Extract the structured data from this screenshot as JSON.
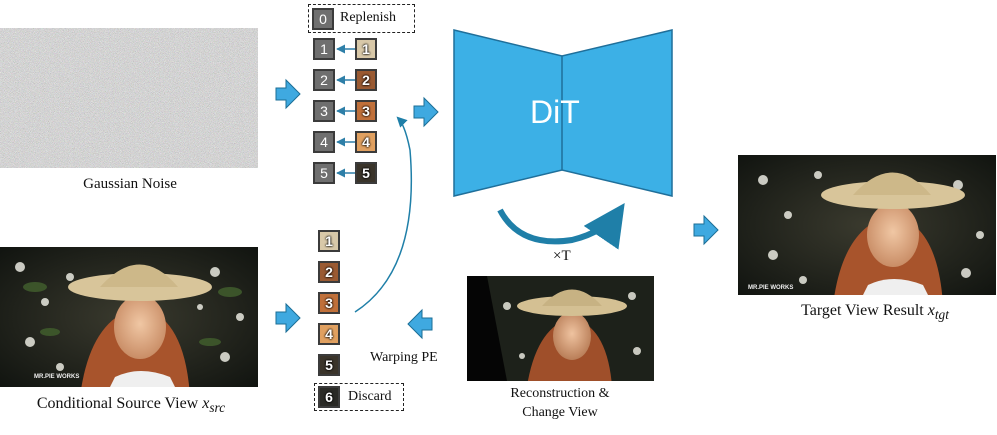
{
  "noise_caption": "Gaussian Noise",
  "source_caption": "Conditional Source View",
  "source_caption_var": "x",
  "source_caption_sub": "src",
  "dit_label": "DiT",
  "times_label": "×T",
  "target_caption": "Target View Result",
  "target_caption_var": "x",
  "target_caption_sub": "tgt",
  "warping_label": "Warping PE",
  "recon_caption_line1": "Reconstruction &",
  "recon_caption_line2": "Change View",
  "watermark": "MR.PIE WORKS",
  "replenish": {
    "index": "0",
    "label": "Replenish"
  },
  "discard": {
    "index": "6",
    "label": "Discard"
  },
  "noisy_tokens": [
    "1",
    "2",
    "3",
    "4",
    "5"
  ],
  "noisy_patches": [
    "1",
    "2",
    "3",
    "4",
    "5"
  ],
  "source_patches": [
    "1",
    "2",
    "3",
    "4",
    "5"
  ],
  "colors": {
    "arrow_blue": "#3fa9e0",
    "dit_blue": "#3cb0e6",
    "curve_blue": "#1f7fa8",
    "token_gray": "#6f6f6f"
  }
}
